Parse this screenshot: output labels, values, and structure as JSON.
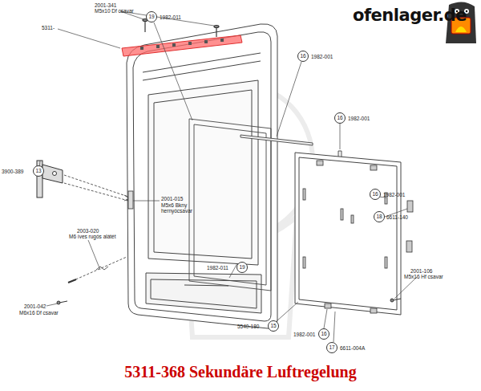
{
  "diagram": {
    "title": "5311-368 Sekundäre Luftregelung",
    "nodes": [
      {
        "text": [
          "19"
        ]
      },
      {
        "text": [
          "16"
        ]
      },
      {
        "text": [
          "16"
        ]
      },
      {
        "text": [
          "13"
        ]
      },
      {
        "text": [
          "16"
        ]
      },
      {
        "text": [
          "18"
        ]
      },
      {
        "text": [
          "19"
        ]
      },
      {
        "text": [
          "15"
        ]
      },
      {
        "text": [
          "16"
        ]
      },
      {
        "text": [
          "17"
        ]
      }
    ],
    "labels": [
      "ofenlager.de",
      "2001-341",
      "M5x10 Df csavar",
      "5311-",
      "3900-389",
      "1982-011",
      "1982-001",
      "1982-001",
      "2001-015",
      "M5x6 Bkny hernyócsavar",
      "2003-020",
      "M6 íves rugós alátét",
      "2001-042",
      "M6x16 Df csavar",
      "1982-001",
      "6611-140",
      "2001-106",
      "M5x16 Hf csavar",
      "1982-011",
      "5540-180",
      "1982-001",
      "6611-004A"
    ]
  }
}
